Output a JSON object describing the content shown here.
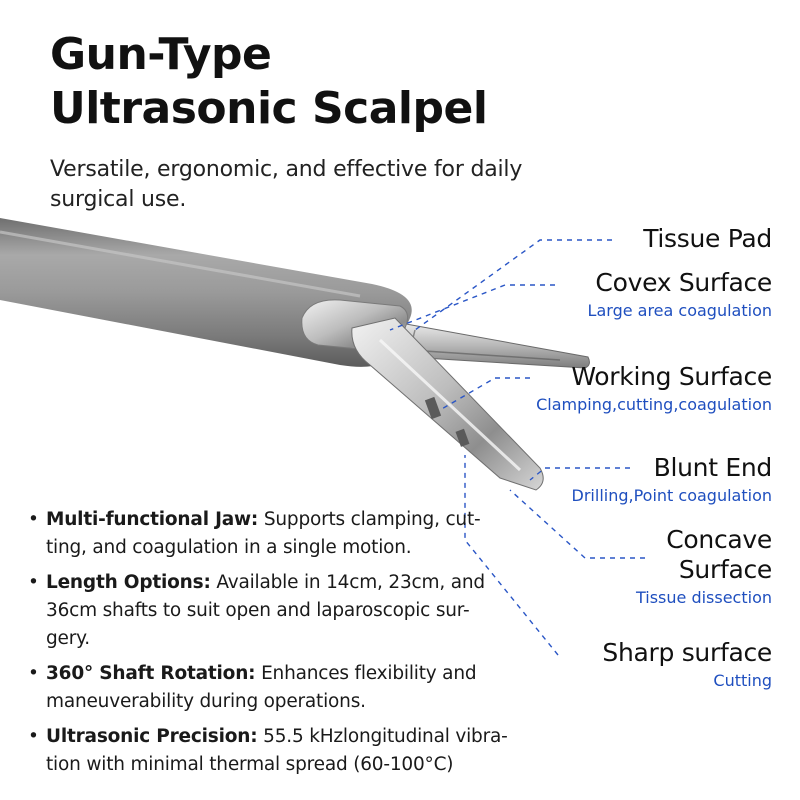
{
  "header": {
    "title_lines": [
      "Gun-Type",
      "Ultrasonic Scalpel"
    ],
    "subtitle_lines": [
      "Versatile, ergonomic, and effective for daily",
      "surgical use."
    ]
  },
  "labels": [
    {
      "name_lines": [
        "Tissue Pad"
      ],
      "desc": ""
    },
    {
      "name_lines": [
        "Covex Surface"
      ],
      "desc": "Large area coagulation"
    },
    {
      "name_lines": [
        "Working Surface"
      ],
      "desc": "Clamping,cutting,coagulation"
    },
    {
      "name_lines": [
        "Blunt End"
      ],
      "desc": "Drilling,Point coagulation"
    },
    {
      "name_lines": [
        "Concave",
        "Surface"
      ],
      "desc": "Tissue dissection"
    },
    {
      "name_lines": [
        "Sharp surface"
      ],
      "desc": "Cutting"
    }
  ],
  "features": [
    {
      "title": "Multi-functional Jaw:",
      "lines": [
        "Supports clamping, cut-",
        "ting, and coagulation in a single motion."
      ]
    },
    {
      "title": "Length Options:",
      "lines": [
        "Available in 14cm, 23cm, and",
        "36cm shafts to suit open and laparoscopic sur-",
        "gery."
      ]
    },
    {
      "title": "360° Shaft Rotation:",
      "lines": [
        "Enhances flexibility and",
        "maneuverability during operations."
      ]
    },
    {
      "title": "Ultrasonic Precision:",
      "lines": [
        "55.5 kHzlongitudinal vibra-",
        "tion with minimal thermal spread (60-100°C)"
      ]
    }
  ],
  "bullet_symbol": "•",
  "colors": {
    "accent": "#1f4fbf",
    "text": "#111111",
    "leader": "#2a56c6"
  }
}
